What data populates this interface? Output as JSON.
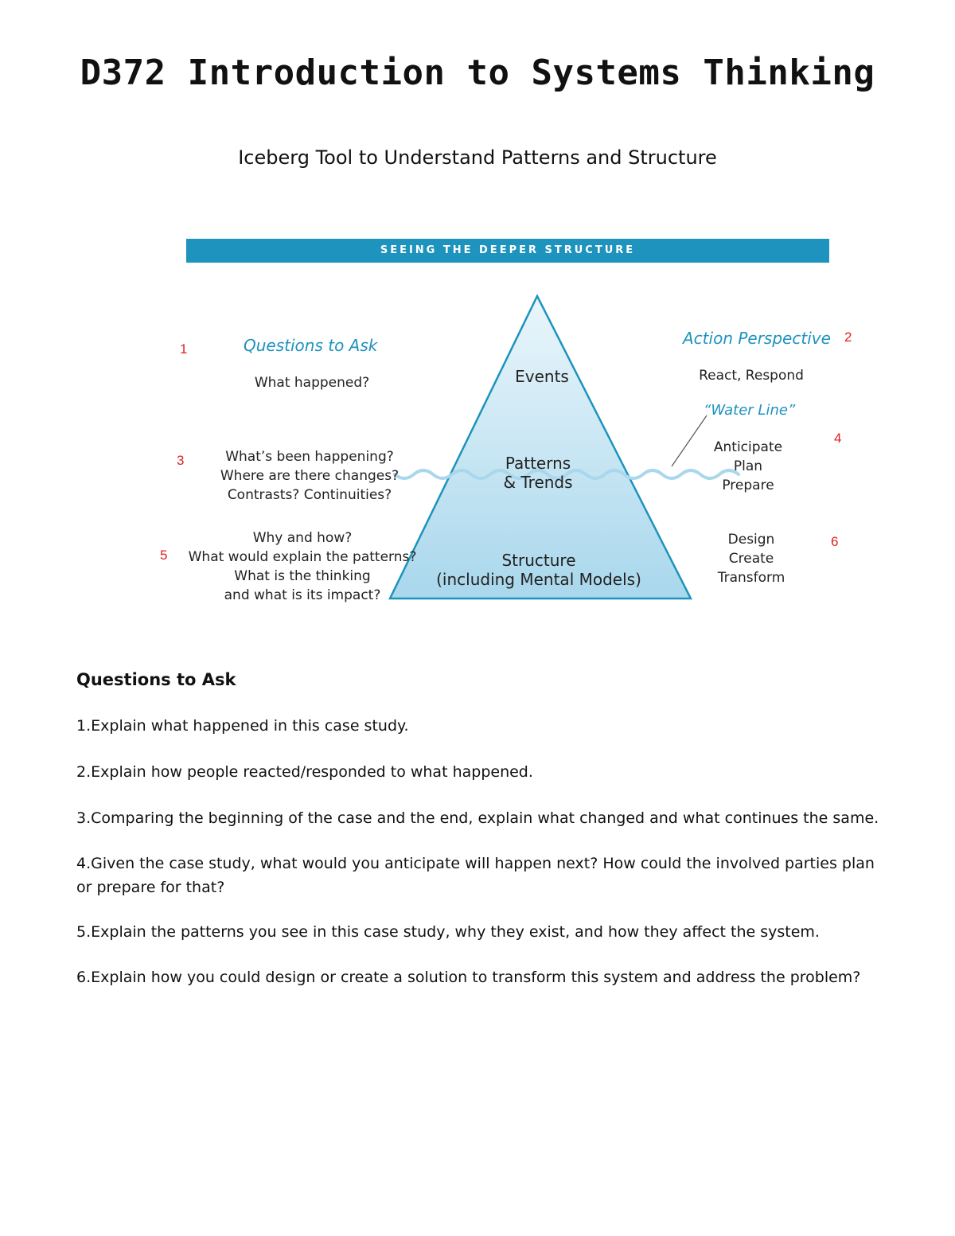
{
  "doc": {
    "title": "D372 Introduction to Systems Thinking",
    "subtitle": "Iceberg Tool to Understand Patterns and Structure"
  },
  "figure": {
    "banner": "SEEING THE DEEPER STRUCTURE",
    "left_heading": "Questions to Ask",
    "right_heading": "Action Perspective",
    "water_line": "“Water Line”",
    "left": {
      "events": "What happened?",
      "patterns": [
        "What’s been happening?",
        "Where are there changes?",
        "Contrasts? Continuities?"
      ],
      "structure": [
        "Why and how?",
        "What would explain the patterns?",
        "What is the thinking",
        "and what is its impact?"
      ]
    },
    "center": {
      "events": "Events",
      "patterns": [
        "Patterns",
        "& Trends"
      ],
      "structure": [
        "Structure",
        "(including Mental Models)"
      ]
    },
    "right": {
      "events": "React, Respond",
      "patterns": [
        "Anticipate",
        "Plan",
        "Prepare"
      ],
      "structure": [
        "Design",
        "Create",
        "Transform"
      ]
    },
    "markers": [
      "1",
      "2",
      "3",
      "4",
      "5",
      "6"
    ],
    "colors": {
      "accent": "#1d93bd",
      "marker": "#e02020",
      "water": "#a9d7ec"
    }
  },
  "questions": {
    "heading": "Questions to Ask",
    "items": [
      "1.Explain what happened in this case study.",
      "2.Explain how people reacted/responded to what happened.",
      "3.Comparing the beginning of the case and the end, explain what changed and what continues the same.",
      "4.Given the case study, what would you anticipate will happen next? How could the involved parties plan or prepare for that?",
      "5.Explain the patterns you see in this case study, why they exist, and how they affect the system.",
      "6.Explain how you could design or create a solution to transform this system and address the problem?"
    ]
  }
}
